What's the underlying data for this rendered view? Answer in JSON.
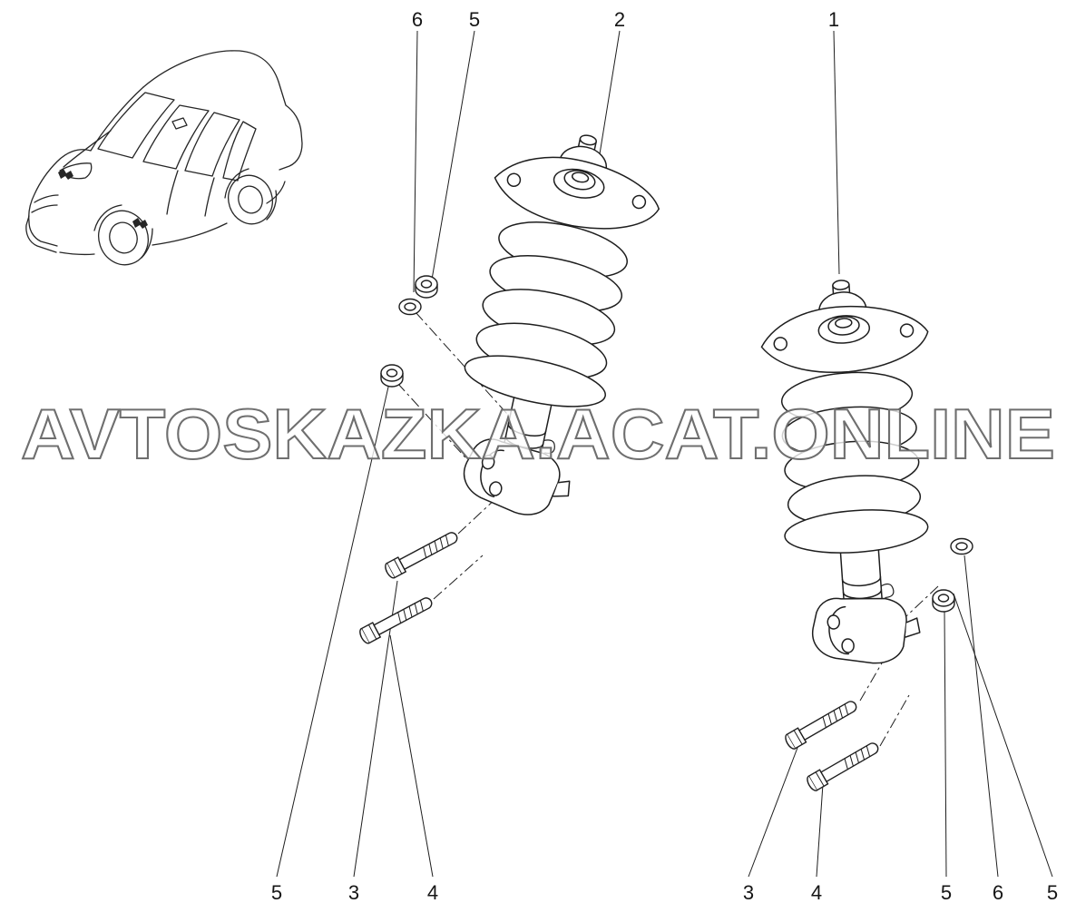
{
  "watermark": {
    "text": "AVTOSKAZKA.ACAT.ONLINE"
  },
  "callouts": {
    "top": [
      {
        "label": "6"
      },
      {
        "label": "5"
      },
      {
        "label": "2"
      },
      {
        "label": "1"
      }
    ],
    "bottom": [
      {
        "label": "5"
      },
      {
        "label": "3"
      },
      {
        "label": "4"
      },
      {
        "label": "3"
      },
      {
        "label": "4"
      },
      {
        "label": "5"
      },
      {
        "label": "6"
      },
      {
        "label": "5"
      }
    ]
  },
  "colors": {
    "line": "#1e1e1e",
    "watermark_outline": "#6f6f6f",
    "background": "#ffffff"
  }
}
